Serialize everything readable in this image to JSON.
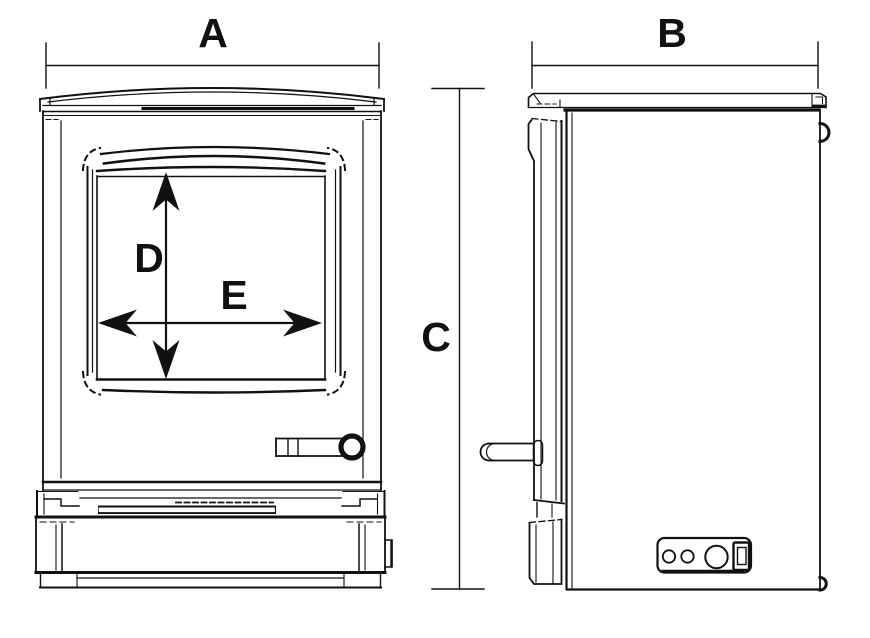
{
  "diagram": {
    "background_color": "#ffffff",
    "line_color": "#111111",
    "labels": {
      "a": "A",
      "b": "B",
      "c": "C",
      "d": "D",
      "e": "E"
    },
    "dimension_semantics": {
      "a": "front-overall-width",
      "b": "side-overall-depth",
      "c": "overall-height",
      "d": "window-height",
      "e": "window-width"
    }
  }
}
